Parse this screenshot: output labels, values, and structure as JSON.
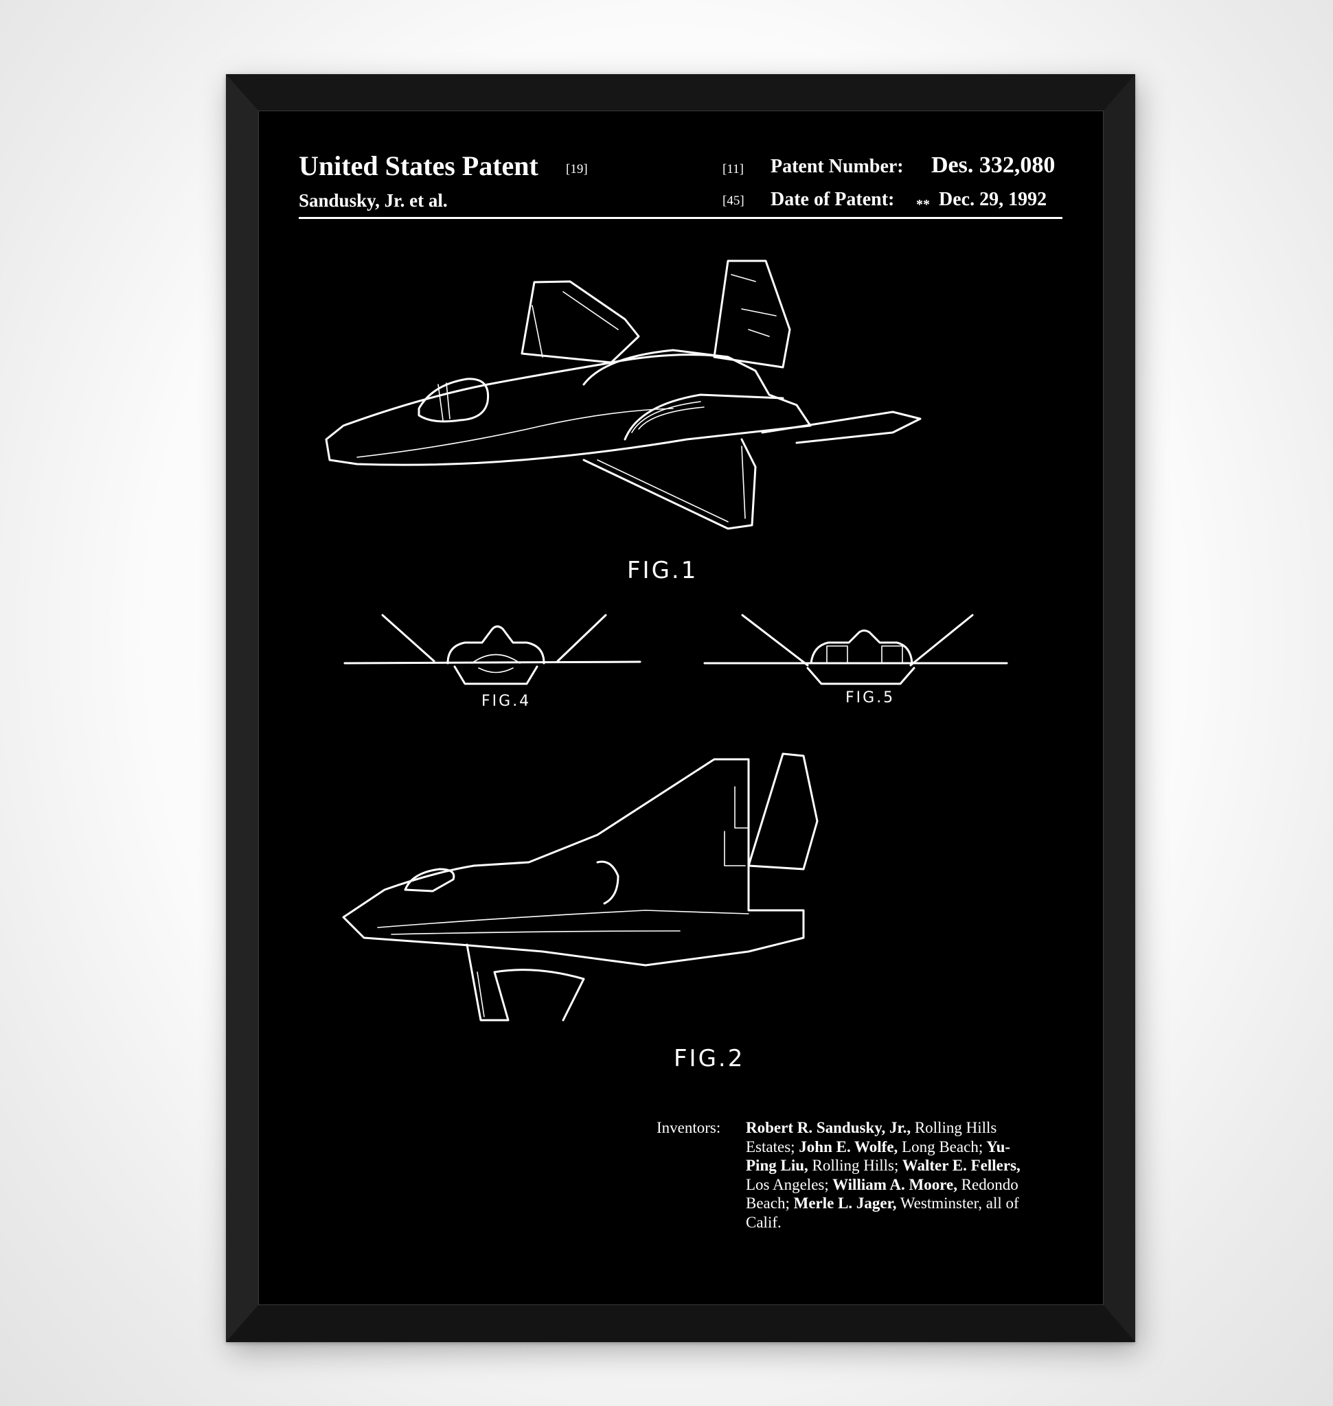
{
  "header": {
    "title": "United States Patent",
    "title_code": "[19]",
    "authors": "Sandusky, Jr. et al.",
    "patent_number_code": "[11]",
    "patent_number_label": "Patent Number:",
    "patent_number": "Des. 332,080",
    "date_code": "[45]",
    "date_label": "Date of Patent:",
    "date_marker": "**",
    "date": "Dec. 29, 1992"
  },
  "figures": {
    "fig1": "FIG.1",
    "fig4": "FIG.4",
    "fig5": "FIG.5",
    "fig2": "FIG.2"
  },
  "inventors": {
    "label": "Inventors:",
    "entries": [
      {
        "name": "Robert R. Sandusky, Jr.,",
        "place": " Rolling Hills Estates;"
      },
      {
        "name": " John E. Wolfe,",
        "place": " Long Beach;"
      },
      {
        "name": " Yu-Ping Liu,",
        "place": " Rolling Hills;"
      },
      {
        "name": " Walter E. Fellers,",
        "place": " Los Angeles;"
      },
      {
        "name": " William A. Moore,",
        "place": " Redondo Beach;"
      },
      {
        "name": " Merle L. Jager,",
        "place": " Westminster, all of Calif."
      }
    ]
  },
  "colors": {
    "print_background": "#000000",
    "line_art": "#ffffff",
    "frame": "#1b1b1b",
    "wall": "#f7f7f7"
  }
}
